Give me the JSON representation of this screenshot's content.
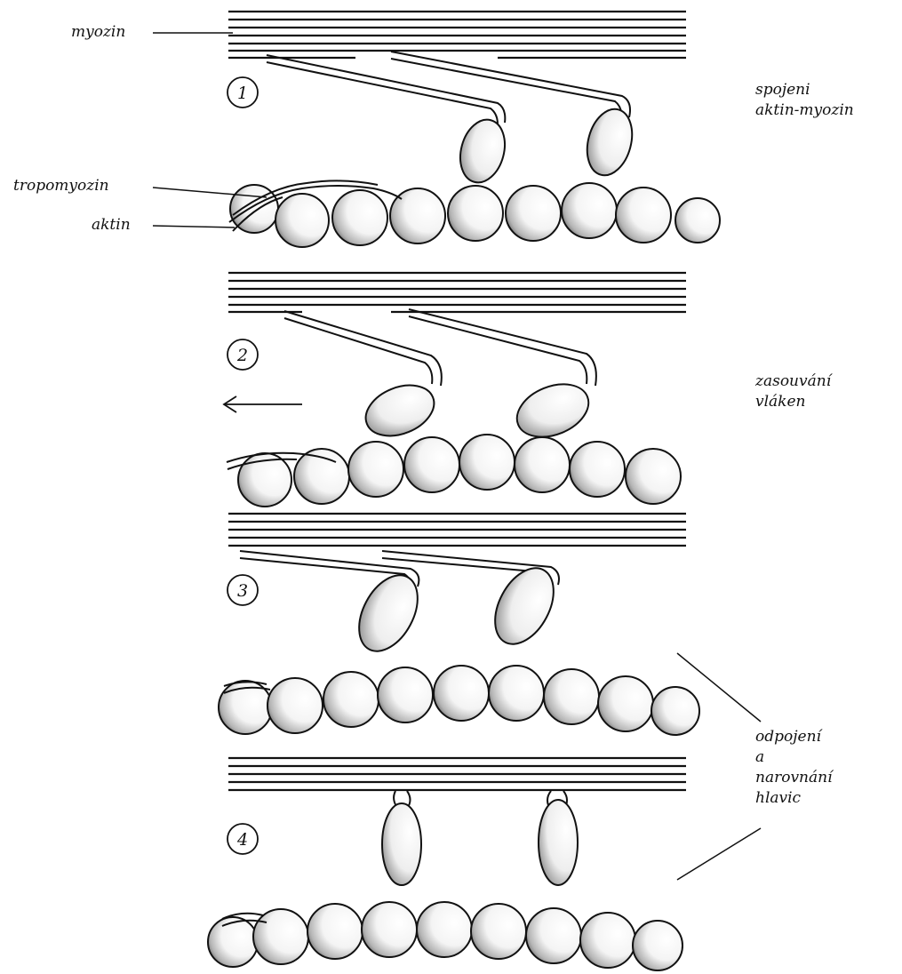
{
  "colors": {
    "ink": "#111111",
    "bead_fill": "#ffffff",
    "shade": "#6a6a6a",
    "paper": "#ffffff"
  },
  "left_labels": {
    "myosin": "myozin",
    "tropomyosin": "tropomyozin",
    "actin": "aktin"
  },
  "stages": [
    {
      "number": "1",
      "caption": [
        "spojeni",
        "aktin-myozin"
      ]
    },
    {
      "number": "2",
      "caption": [
        "zasouvání",
        "vláken"
      ]
    },
    {
      "number": "3",
      "caption": []
    },
    {
      "number": "4",
      "caption": []
    }
  ],
  "shared_caption": [
    "odpojení",
    "a",
    "narovnání",
    "hlavic"
  ],
  "icons": {
    "direction": "left-arrow-icon"
  }
}
